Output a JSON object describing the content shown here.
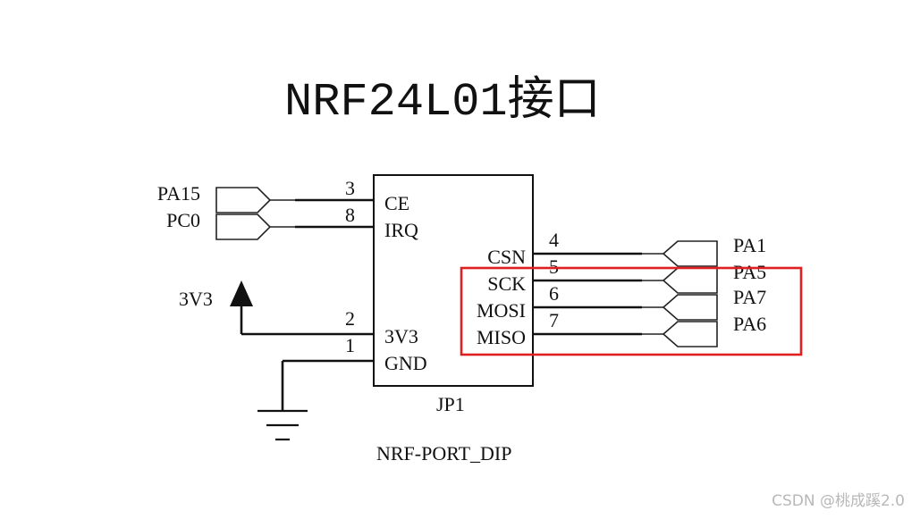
{
  "title": "NRF24L01接口",
  "component": {
    "designator": "JP1",
    "part": "NRF-PORT_DIP",
    "pins": [
      {
        "num": "3",
        "name": "CE"
      },
      {
        "num": "8",
        "name": "IRQ"
      },
      {
        "num": "2",
        "name": "3V3"
      },
      {
        "num": "1",
        "name": "GND"
      },
      {
        "num": "4",
        "name": "CSN"
      },
      {
        "num": "5",
        "name": "SCK"
      },
      {
        "num": "6",
        "name": "MOSI"
      },
      {
        "num": "7",
        "name": "MISO"
      }
    ]
  },
  "nets": {
    "left": [
      "PA15",
      "PC0"
    ],
    "right": [
      "PA1",
      "PA5",
      "PA7",
      "PA6"
    ],
    "power": "3V3"
  },
  "highlight": {
    "color": "#e02020"
  },
  "watermark": "CSDN @桃成蹊2.0"
}
